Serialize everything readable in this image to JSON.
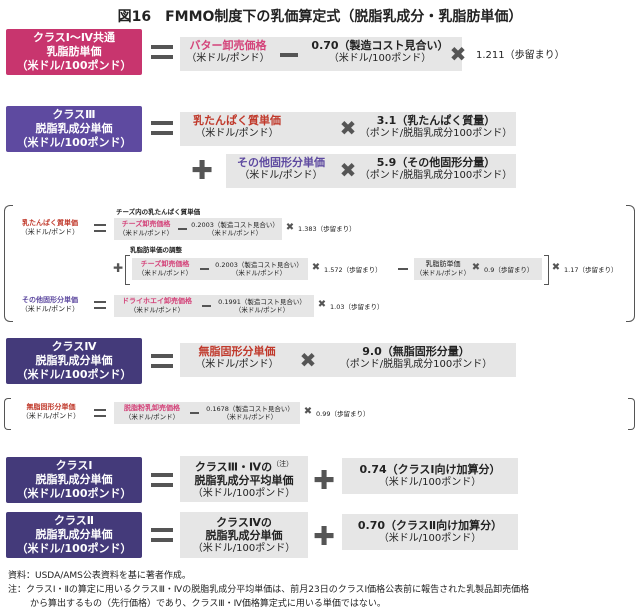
{
  "title": "図16　FMMO制度下の乳価算定式（脱脂乳成分・乳脂肪単価）",
  "colors": {
    "pink": "#c8356e",
    "purple": "#5e4aa0",
    "navy": "#443a7a",
    "red": "#c0392b",
    "gray": "#e6e6e6"
  },
  "icons": {
    "equals": "equals-icon",
    "minus": "minus-icon",
    "times": "times-icon",
    "plus": "plus-icon"
  },
  "row1": {
    "class_l1": "クラスⅠ～Ⅳ共通",
    "class_l2": "乳脂肪単価",
    "class_l3": "（米ドル/100ポンド）",
    "term1": "バター卸売価格",
    "term1_unit": "（米ドル/ポンド）",
    "term2": "0.70（製造コスト見合い）",
    "term2_unit": "（米ドル/100ポンド）",
    "factor": "1.211（歩留まり）"
  },
  "row2": {
    "class_l1": "クラスⅢ",
    "class_l2": "脱脂乳成分単価",
    "class_l3": "（米ドル/100ポンド）",
    "term1": "乳たんぱく質単価",
    "term1_unit": "（米ドル/ポンド）",
    "term2": "3.1（乳たんぱく質量）",
    "term2_unit": "（ポンド/脱脂乳成分100ポンド）",
    "term3": "その他固形分単価",
    "term3_unit": "（米ドル/ポンド）",
    "term4": "5.9（その他固形分量）",
    "term4_unit": "（ポンド/脱脂乳成分100ポンド）"
  },
  "detail": {
    "protein": "乳たんぱく質単価",
    "protein_unit": "（米ドル/ポンド）",
    "protein_heading": "チーズ内の乳たんぱく質単価",
    "cheese": "チーズ卸売価格",
    "cheese_unit": "（米ドル/ポンド）",
    "cheese_cost": "0.2003（製造コスト見合い）",
    "cheese_cost_unit": "（米ドル/ポンド）",
    "cheese_yield": "1.383（歩留まり）",
    "adjust_heading": "乳脂肪単価の調整",
    "cheese2": "チーズ卸売価格",
    "cheese2_unit": "（米ドル/ポンド）",
    "cheese2_cost": "0.2003（製造コスト見合い）",
    "cheese2_cost_unit": "（米ドル/ポンド）",
    "cheese2_yield": "1.572（歩留まり）",
    "fat": "乳脂肪単価",
    "fat_unit": "（米ドル/ポンド）",
    "fat_yield": "0.9（歩留まり）",
    "outer_yield": "1.17（歩留まり）",
    "other": "その他固形分単価",
    "other_unit": "（米ドル/ポンド）",
    "whey": "ドライホエイ卸売価格",
    "whey_unit": "（米ドル/ポンド）",
    "whey_cost": "0.1991（製造コスト見合い）",
    "whey_cost_unit": "（米ドル/ポンド）",
    "whey_yield": "1.03（歩留まり）"
  },
  "row3": {
    "class_l1": "クラスⅣ",
    "class_l2": "脱脂乳成分単価",
    "class_l3": "（米ドル/100ポンド）",
    "term1": "無脂固形分単価",
    "term1_unit": "（米ドル/ポンド）",
    "term2": "9.0（無脂固形分量）",
    "term2_unit": "（ポンド/脱脂乳成分100ポンド）"
  },
  "detail2": {
    "nfs": "無脂固形分単価",
    "nfs_unit": "（米ドル/ポンド）",
    "powder": "脱脂粉乳卸売価格",
    "powder_unit": "（米ドル/ポンド）",
    "powder_cost": "0.1678（製造コスト見合い）",
    "powder_cost_unit": "（米ドル/ポンド）",
    "powder_yield": "0.99（歩留まり）"
  },
  "row4": {
    "class_l1": "クラスⅠ",
    "class_l2": "脱脂乳成分単価",
    "class_l3": "（米ドル/100ポンド）",
    "term1_l1": "クラスⅢ・Ⅳの",
    "term1_note": "（注）",
    "term1_l2": "脱脂乳成分平均単価",
    "term1_unit": "（米ドル/100ポンド）",
    "term2": "0.74（クラスⅠ向け加算分）",
    "term2_unit": "（米ドル/100ポンド）"
  },
  "row5": {
    "class_l1": "クラスⅡ",
    "class_l2": "脱脂乳成分単価",
    "class_l3": "（米ドル/100ポンド）",
    "term1_l1": "クラスⅣの",
    "term1_l2": "脱脂乳成分単価",
    "term1_unit": "（米ドル/100ポンド）",
    "term2": "0.70（クラスⅡ向け加算分）",
    "term2_unit": "（米ドル/100ポンド）"
  },
  "source": "資料：USDA/AMS公表資料を基に著者作成。",
  "note_l1": "注：クラスⅠ・Ⅱの算定に用いるクラスⅢ・Ⅳの脱脂乳成分平均単価は、前月23日のクラスⅠ価格公表前に報告された乳製品卸売価格",
  "note_l2": "から算出するもの（先行価格）であり、クラスⅢ・Ⅳ価格算定式に用いる単価ではない。"
}
